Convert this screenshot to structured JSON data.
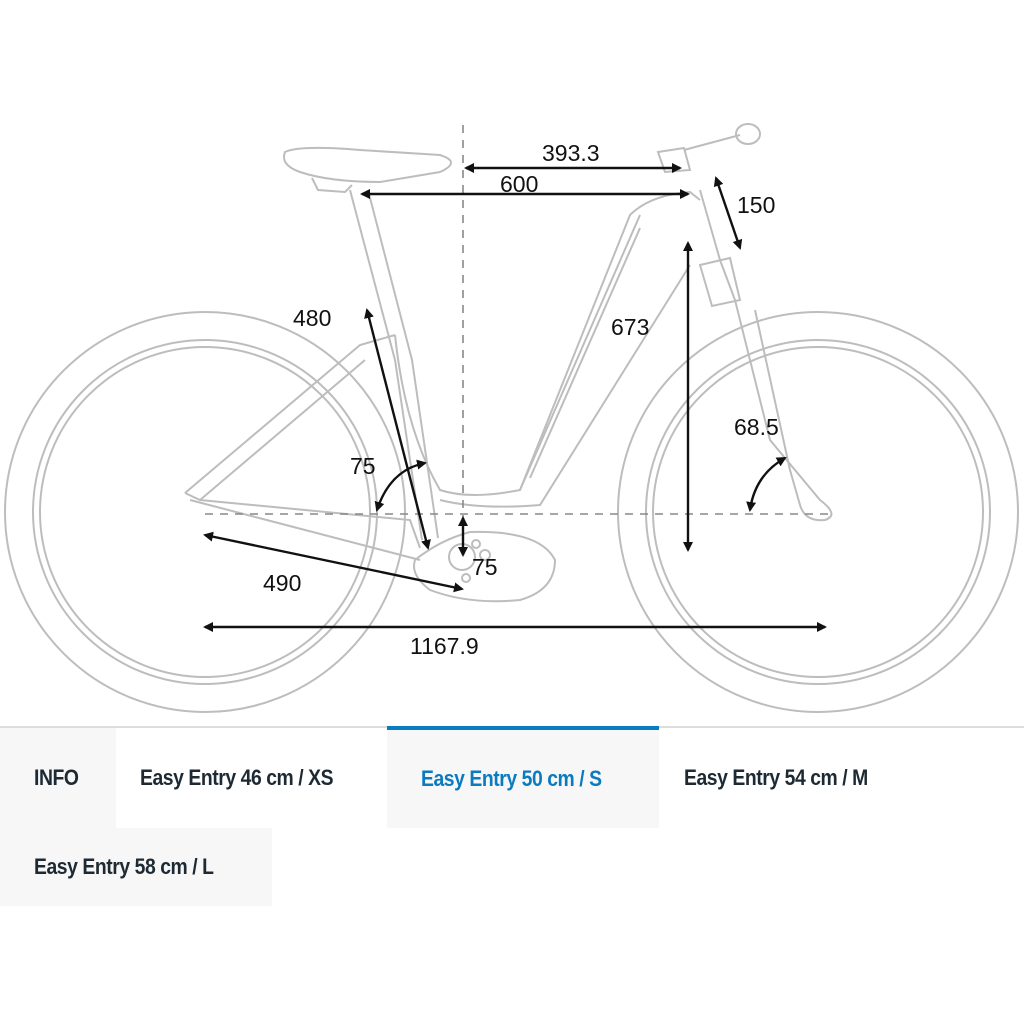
{
  "geometry": {
    "dimensions": {
      "reach": "393.3",
      "top_tube": "600",
      "head_tube": "150",
      "seat_tube": "480",
      "stack": "673",
      "head_angle": "68.5",
      "seat_angle": "75",
      "bb_drop": "75",
      "chainstay": "490",
      "wheelbase": "1167.9"
    }
  },
  "tabs": [
    {
      "label": "INFO",
      "active": false
    },
    {
      "label": "Easy Entry 46 cm / XS",
      "active": false
    },
    {
      "label": "Easy Entry 50 cm / S",
      "active": true
    },
    {
      "label": "Easy Entry 54 cm / M",
      "active": false
    },
    {
      "label": "Easy Entry 58 cm / L",
      "active": false
    }
  ],
  "colors": {
    "accent": "#0a7bbf",
    "text": "#1e2a33"
  }
}
